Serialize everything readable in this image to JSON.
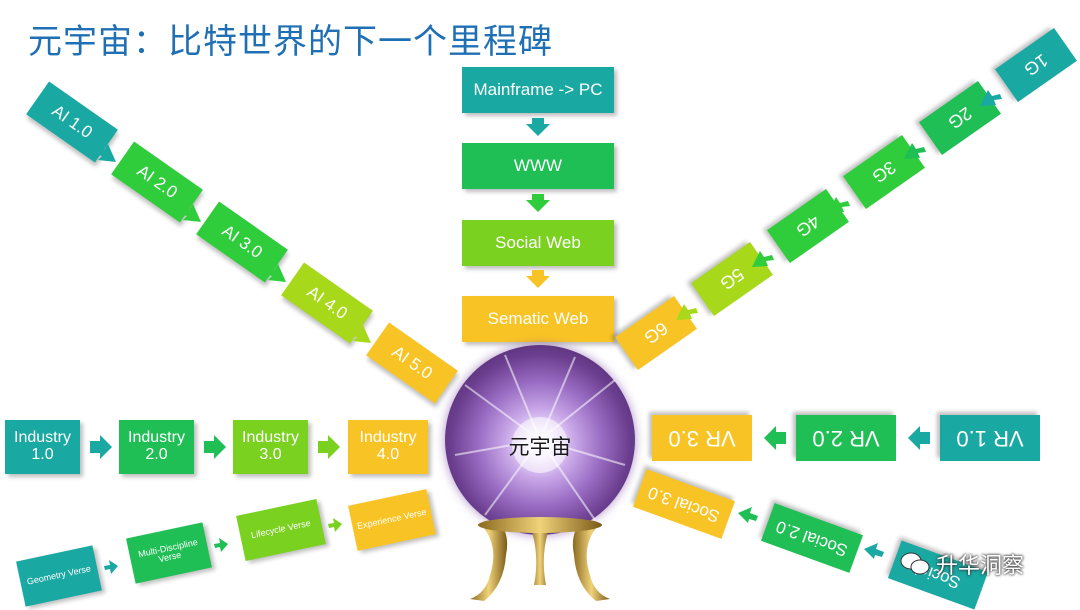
{
  "title": "元宇宙：比特世界的下一个里程碑",
  "center": "元宇宙",
  "columns": {
    "top": [
      "Mainframe -> PC",
      "WWW",
      "Social Web",
      "Sematic Web"
    ],
    "ai": [
      "AI 1.0",
      "AI 2.0",
      "AI 3.0",
      "AI 4.0",
      "AI 5.0"
    ],
    "network": [
      "1G",
      "2G",
      "3G",
      "4G",
      "5G",
      "6G"
    ],
    "industry": [
      "Industry 1.0",
      "Industry 2.0",
      "Industry 3.0",
      "Industry 4.0"
    ],
    "verse": [
      "Geometry Verse",
      "Multi-Discipline Verse",
      "Lifecycle Verse",
      "Experience Verse"
    ],
    "vr": [
      "VR 1.0",
      "VR 2.0",
      "VR 3.0"
    ],
    "social": [
      "Social",
      "Social 2.0",
      "Social 3.0"
    ]
  },
  "watermark": "升华洞察",
  "colors": {
    "teal": "#1aa8a2",
    "green": "#2fcc3c",
    "lightgreen": "#7ad11f",
    "orange": "#f8c425",
    "title": "#1f6fb5"
  }
}
